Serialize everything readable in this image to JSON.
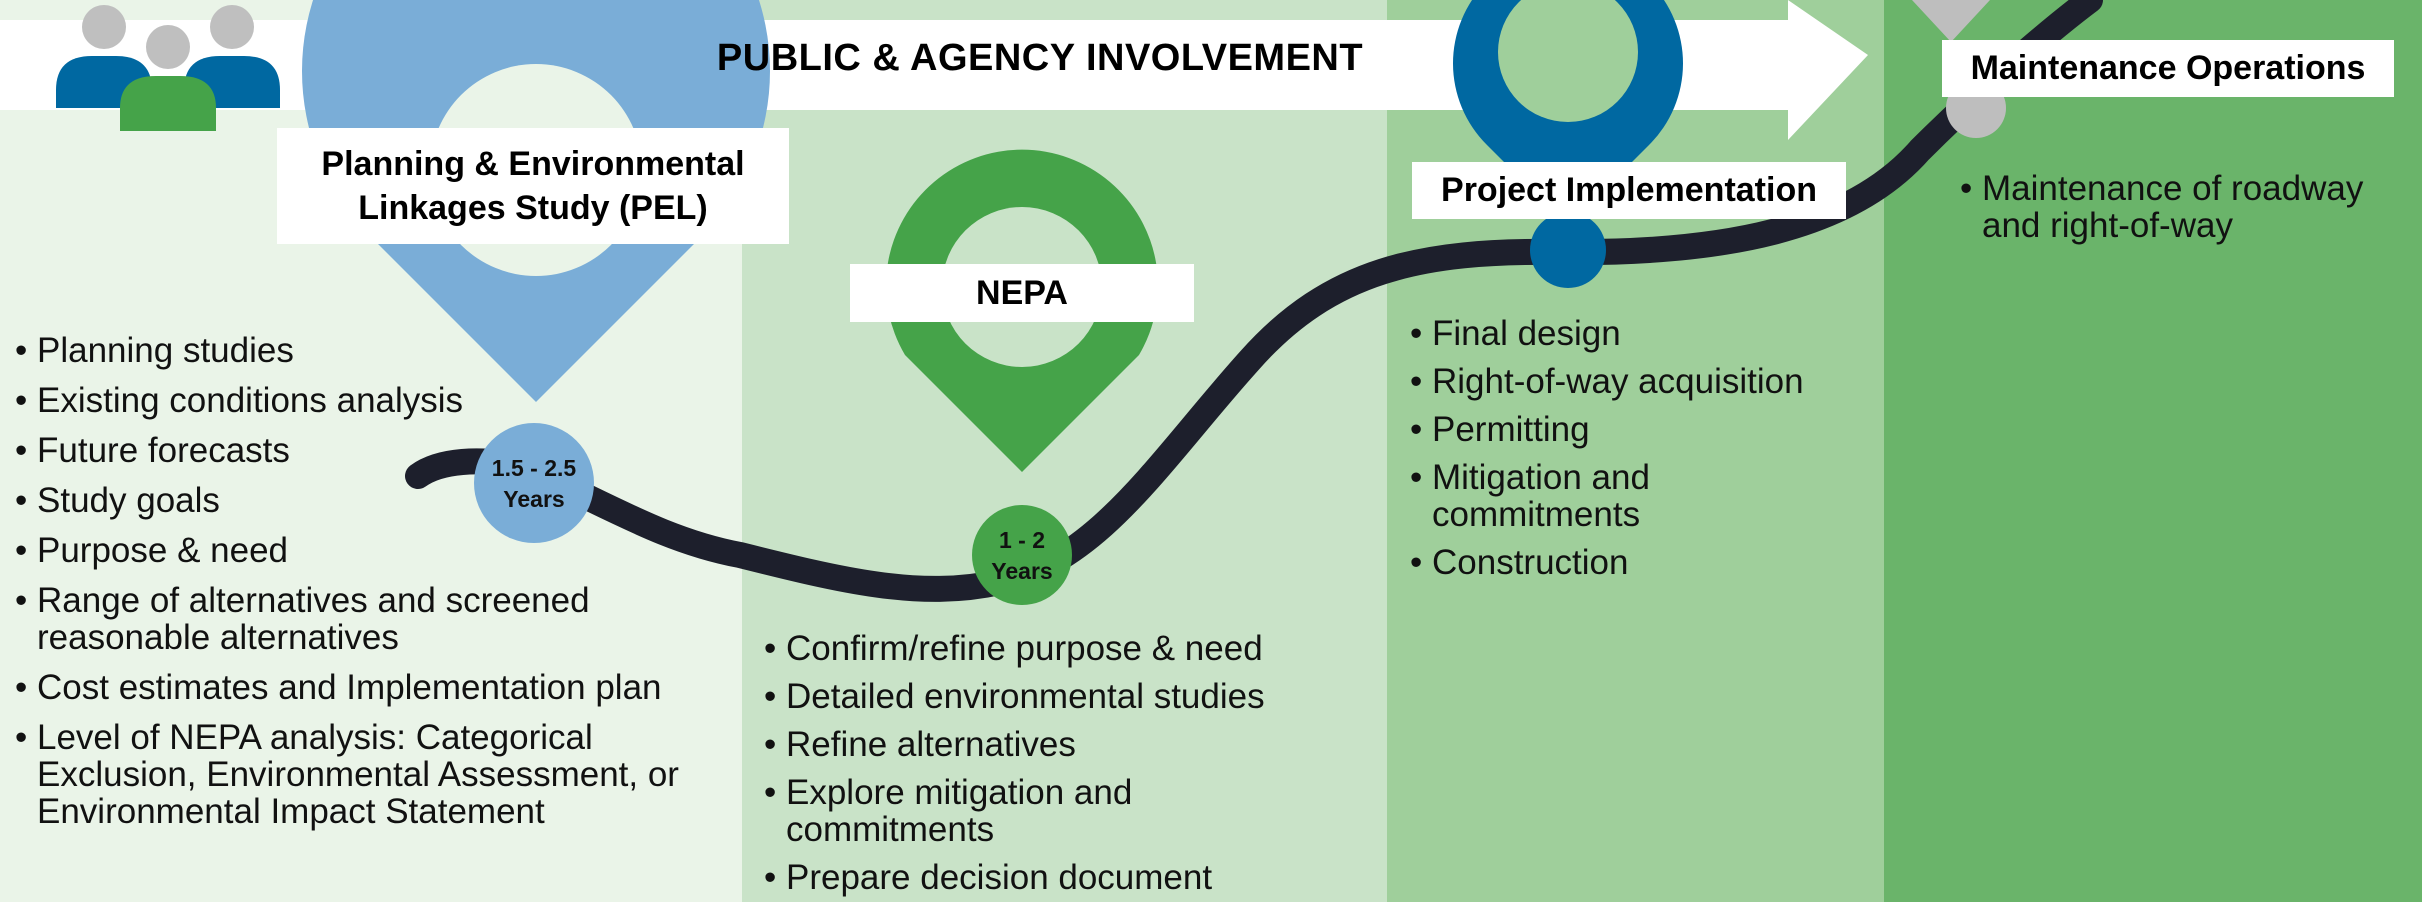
{
  "banner": {
    "title": "PUBLIC & AGENCY INVOLVEMENT"
  },
  "colors": {
    "band_pel": "#eaf4e8",
    "band_nepa": "#c9e3c8",
    "band_implementation": "#9fcf9b",
    "band_maintenance": "#6ab46a",
    "pin_pel": "#7aadd7",
    "pin_nepa": "#45a349",
    "pin_implementation": "#0068a1",
    "pin_maintenance": "#bebebe",
    "road": "#1d1f2c"
  },
  "icons": {
    "people": "people-group-icon"
  },
  "stages": [
    {
      "title_line1": "Planning & Environmental",
      "title_line2": "Linkages Study (PEL)",
      "duration_line1": "1.5 - 2.5",
      "duration_line2": "Years",
      "items": [
        "Planning studies",
        "Existing conditions analysis",
        "Future forecasts",
        "Study goals",
        "Purpose & need",
        "Range of alternatives and screened reasonable alternatives",
        "Cost estimates and Implementation plan",
        "Level of NEPA analysis:  Categorical Exclusion, Environmental Assessment, or Environmental Impact Statement"
      ]
    },
    {
      "title_line1": "NEPA",
      "duration_line1": "1 - 2",
      "duration_line2": "Years",
      "items": [
        "Confirm/refine purpose & need",
        "Detailed environmental studies",
        "Refine alternatives",
        "Explore mitigation and commitments",
        "Prepare decision document"
      ]
    },
    {
      "title_line1": "Project Implementation",
      "items": [
        "Final design",
        "Right-of-way acquisition",
        "Permitting",
        "Mitigation and commitments",
        "Construction"
      ]
    },
    {
      "title_line1": "Maintenance Operations",
      "items": [
        "Maintenance of roadway and right-of-way"
      ]
    }
  ]
}
